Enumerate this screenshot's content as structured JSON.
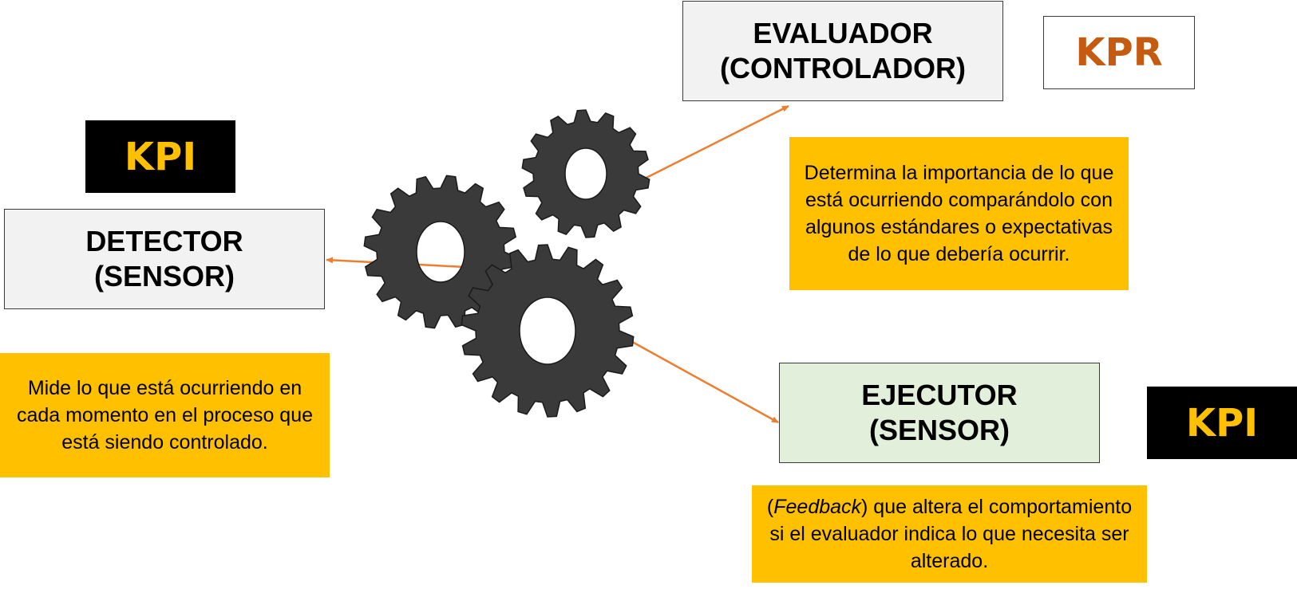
{
  "colors": {
    "gear": "#3a3a3a",
    "arrow": "#ed7d31",
    "desc_bg": "#ffc000",
    "badge_dark_bg": "#000000",
    "badge_kpi_text": "#ffc000",
    "badge_kpr_text": "#c55a11",
    "role_bg_gray": "#f2f2f2",
    "role_bg_green": "#e2efda"
  },
  "badges": {
    "kpi_left": "KPI",
    "kpr": "KPR",
    "kpi_right": "KPI"
  },
  "detector": {
    "line1": "DETECTOR",
    "line2": "(SENSOR)",
    "description": "Mide lo que está ocurriendo en cada momento en el proceso que está siendo controlado."
  },
  "evaluador": {
    "line1": "EVALUADOR",
    "line2": "(CONTROLADOR)",
    "description": "Determina la importancia de lo que está ocurriendo comparándolo con algunos estándares o expectativas de lo que debería ocurrir."
  },
  "ejecutor": {
    "line1": "EJECUTOR",
    "line2": "(SENSOR)",
    "description_open": "(",
    "description_italic": "Feedback",
    "description_rest": ") que altera el comportamiento si el evaluador indica lo que necesita ser alterado."
  }
}
